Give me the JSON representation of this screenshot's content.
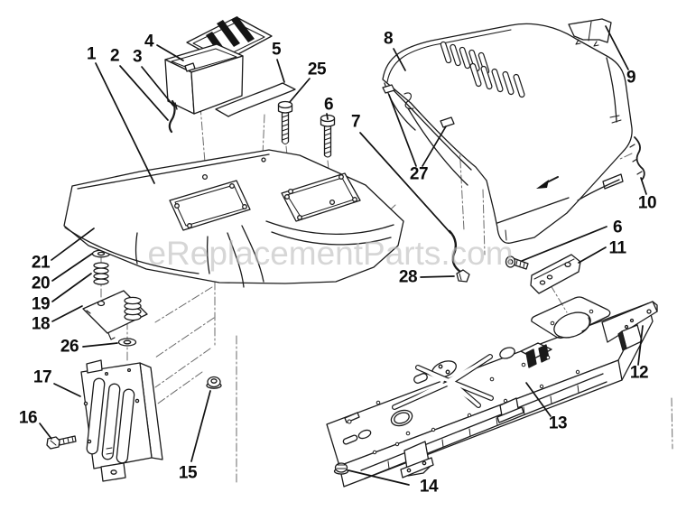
{
  "diagram": {
    "watermark": "eReplacementParts.com",
    "callouts": {
      "c1": "1",
      "c2": "2",
      "c3": "3",
      "c4": "4",
      "c5": "5",
      "c25": "25",
      "c6a": "6",
      "c8": "8",
      "c9": "9",
      "c7": "7",
      "c27": "27",
      "c10": "10",
      "c6b": "6",
      "c11": "11",
      "c28": "28",
      "c21": "21",
      "c20": "20",
      "c19": "19",
      "c18": "18",
      "c26": "26",
      "c17": "17",
      "c16": "16",
      "c15": "15",
      "c12": "12",
      "c13": "13",
      "c14": "14"
    }
  }
}
